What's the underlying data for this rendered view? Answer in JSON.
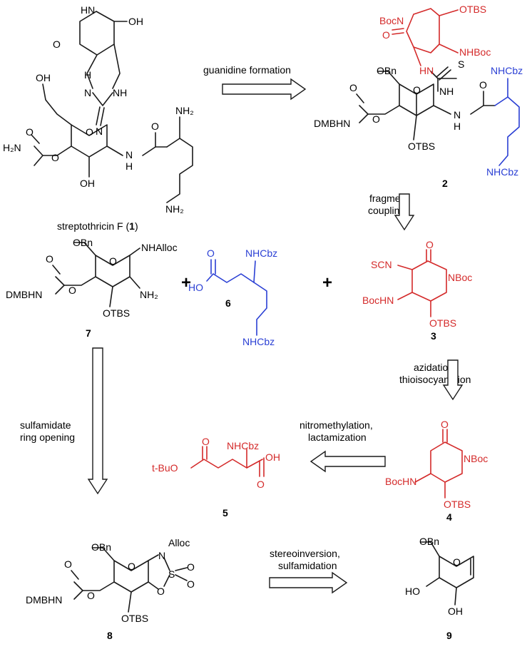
{
  "colors": {
    "black": "#1a1a1a",
    "red": "#d42a2a",
    "blue": "#2a3fd4"
  },
  "compound1": {
    "name_prefix": "streptothricin F (",
    "name_num": "1",
    "name_suffix": ")",
    "atoms": {
      "hn": "HN",
      "o_lactam": "O",
      "oh_top": "OH",
      "n_a": "N",
      "h_a": "H",
      "nh_b": "NH",
      "n_eq": "N",
      "oh_ch2": "OH",
      "o_ring": "O",
      "o_carb": "O",
      "h2n": "H₂N",
      "o_link": "O",
      "oh_bot": "OH",
      "nh_amide": "N",
      "h_amide": "H",
      "o_amide": "O",
      "nh2_side": "NH₂",
      "nh2_end": "NH₂"
    }
  },
  "compound2": {
    "num": "2",
    "atoms": {
      "bocn": "BocN",
      "otbs_top": "OTBS",
      "o_lac": "O",
      "nhboc": "NHBoc",
      "hn_thio": "HN",
      "s": "S",
      "obn": "OBn",
      "o_ring": "O",
      "nh_thio": "NH",
      "dmbhn": "DMBHN",
      "o_carb": "O",
      "o_link": "O",
      "nh_amide": "N",
      "h_amide": "H",
      "otbs_bot": "OTBS",
      "o_amide": "O",
      "nhcbz_top": "NHCbz",
      "nhcbz_bot": "NHCbz"
    }
  },
  "compound7": {
    "num": "7",
    "atoms": {
      "obn": "OBn",
      "o_ring": "O",
      "nhalloc": "NHAlloc",
      "o_carb": "O",
      "dmbhn": "DMBHN",
      "o_link": "O",
      "nh2": "NH₂",
      "otbs": "OTBS"
    }
  },
  "compound6": {
    "num": "6",
    "atoms": {
      "o": "O",
      "ho": "HO",
      "nhcbz_top": "NHCbz",
      "nhcbz_bot": "NHCbz"
    }
  },
  "compound3": {
    "num": "3",
    "atoms": {
      "scn": "SCN",
      "o": "O",
      "nboc": "NBoc",
      "bochn": "BocHN",
      "otbs": "OTBS"
    }
  },
  "compound4": {
    "num": "4",
    "atoms": {
      "o": "O",
      "nboc": "NBoc",
      "bochn": "BocHN",
      "otbs": "OTBS"
    }
  },
  "compound5": {
    "num": "5",
    "atoms": {
      "tbuo": "t-BuO",
      "o_ester": "O",
      "nhcbz": "NHCbz",
      "oh": "OH",
      "o_acid": "O"
    }
  },
  "compound8": {
    "num": "8",
    "atoms": {
      "obn": "OBn",
      "o_ring": "O",
      "alloc": "Alloc",
      "n": "N",
      "s": "S",
      "o_s1": "O",
      "o_s2": "O",
      "o_ring2": "O",
      "o_carb": "O",
      "dmbhn": "DMBHN",
      "o_link": "O",
      "otbs": "OTBS"
    }
  },
  "compound9": {
    "num": "9",
    "atoms": {
      "obn": "OBn",
      "o_ring": "O",
      "ho": "HO",
      "oh": "OH"
    }
  },
  "steps": {
    "guanidine": "guanidine formation",
    "fragment_1": "fragment",
    "fragment_2": "coupling",
    "azidation_1": "azidation,",
    "azidation_2": "thioisocyanation",
    "nitro_1": "nitromethylation,",
    "nitro_2": "lactamization",
    "sulfamidate_1": "sulfamidate",
    "sulfamidate_2": "ring opening",
    "stereo_1": "stereoinversion,",
    "stereo_2": "sulfamidation"
  },
  "plus_sign": "+"
}
